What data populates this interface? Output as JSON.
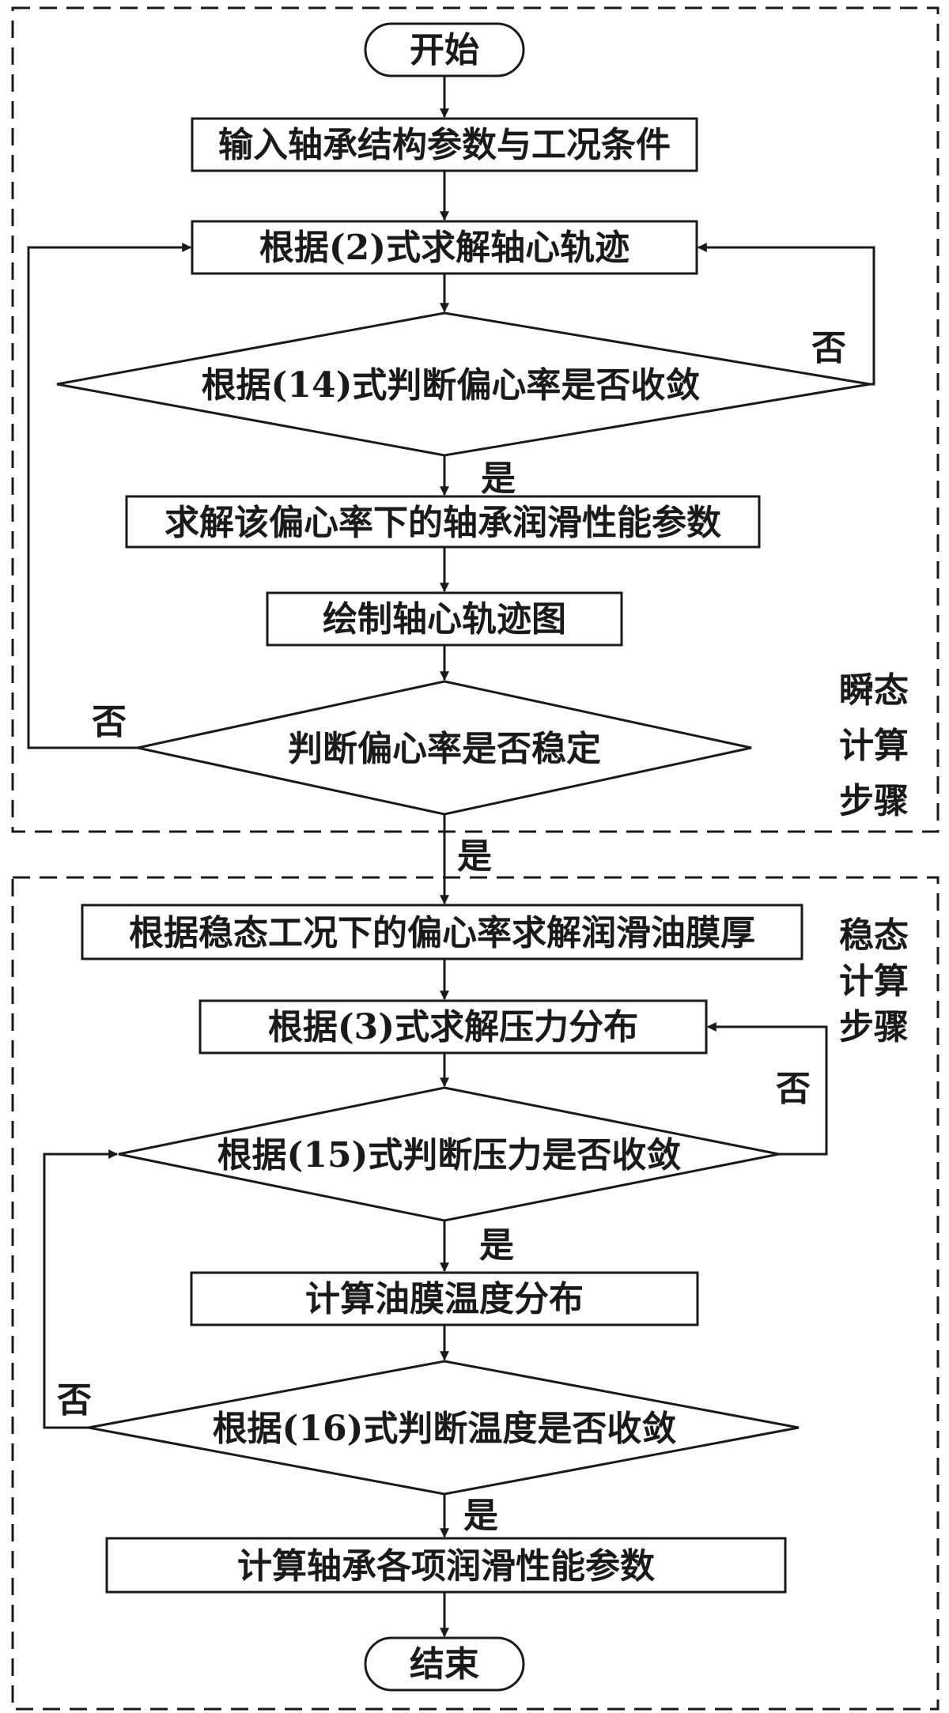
{
  "regions": {
    "transient": {
      "label_lines": [
        "瞬态",
        "计算",
        "步骤"
      ]
    },
    "steady": {
      "label_lines": [
        "稳态",
        "计算",
        "步骤"
      ]
    }
  },
  "nodes": {
    "start": "开始",
    "input_params": "输入轴承结构参数与工况条件",
    "solve_trajectory": "根据(2)式求解轴心轨迹",
    "check_eccentricity_convergence": "根据(14)式判断偏心率是否收敛",
    "solve_lubrication_params": "求解该偏心率下的轴承润滑性能参数",
    "draw_trajectory": "绘制轴心轨迹图",
    "check_eccentricity_stable": "判断偏心率是否稳定",
    "solve_film_thickness": "根据稳态工况下的偏心率求解润滑油膜厚",
    "solve_pressure": "根据(3)式求解压力分布",
    "check_pressure_convergence": "根据(15)式判断压力是否收敛",
    "compute_temperature": "计算油膜温度分布",
    "check_temperature_convergence": "根据(16)式判断温度是否收敛",
    "compute_performance": "计算轴承各项润滑性能参数",
    "end": "结束"
  },
  "edge_labels": {
    "no_1": "否",
    "yes_1": "是",
    "no_2": "否",
    "yes_2": "是",
    "no_3": "否",
    "yes_3": "是",
    "no_4": "否",
    "yes_4": "是"
  }
}
